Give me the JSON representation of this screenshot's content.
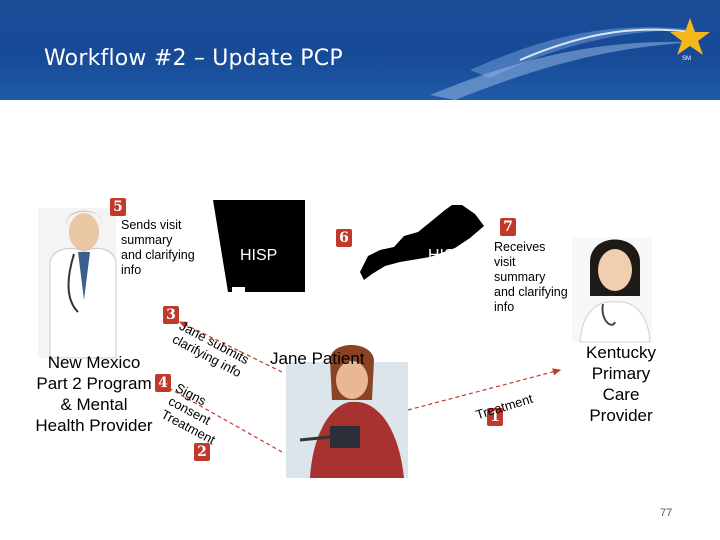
{
  "title": "Workflow #2 – Update PCP",
  "service_mark": "SM",
  "badges": {
    "b1": "1",
    "b2": "2",
    "b3": "3",
    "b4": "4",
    "b5": "5",
    "b6": "6",
    "b7": "7"
  },
  "labels": {
    "sends_visit": [
      "Sends visit",
      "summary",
      "and clarifying",
      "info"
    ],
    "receives_visit": [
      "Receives",
      "visit",
      "summary",
      "and clarifying",
      "info"
    ],
    "hisp_nm": "HISP",
    "hisp_ky": "HISP",
    "nm_provider": [
      "New Mexico",
      "Part 2 Program",
      "& Mental",
      "Health Provider"
    ],
    "ky_provider": [
      "Kentucky",
      "Primary",
      "Care",
      "Provider"
    ],
    "patient": "Jane Patient",
    "jane_submits": [
      "Jane submits",
      "clarifying info"
    ],
    "signs_consent": [
      "Signs",
      "consent",
      "Treatment"
    ],
    "treatment_ky": "Treatment"
  },
  "page_number": "77",
  "colors": {
    "header": "#1b4d99",
    "badge": "#c0392b",
    "arrow": "#c0392b"
  }
}
